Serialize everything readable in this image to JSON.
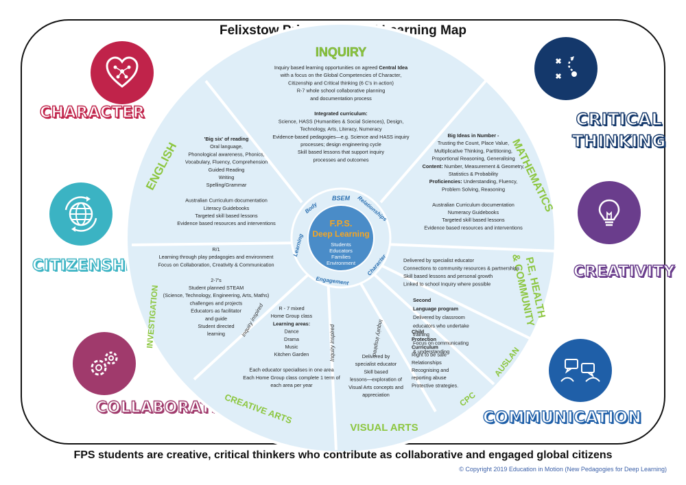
{
  "title": "Felixstow Primary School Learning Map",
  "footer": "FPS students are creative, critical thinkers who contribute as collaborative and engaged global citizens",
  "copyright": "© Copyright 2019 Education in Motion (New Pedagogies for Deep Learning)",
  "competencies": {
    "character": {
      "label": "CHARACTER",
      "color": "#c0234a",
      "icon": "heart-network-icon"
    },
    "citizenship": {
      "label": "CITIZENSHIP",
      "color": "#3bb3c3",
      "icon": "globe-arrows-icon"
    },
    "collaboration": {
      "label": "COLLABORATION",
      "color": "#a03a6c",
      "icon": "gears-icon"
    },
    "critical_thinking": {
      "label_line1": "CRITICAL",
      "label_line2": "THINKING",
      "color": "#14386b",
      "icon": "strategy-play-icon"
    },
    "creativity": {
      "label": "CREATIVITY",
      "color": "#6a3d8c",
      "icon": "lightbulb-icon"
    },
    "communication": {
      "label": "COMMUNICATION",
      "color": "#1f5fa8",
      "icon": "speech-bubbles-icon"
    }
  },
  "wheel": {
    "segment_title_color": "#8cc63f",
    "segments": {
      "inquiry": {
        "title": "INQUIRY",
        "lines": [
          "Inquiry based learning opportunities on agreed Central Idea",
          "with a focus on the Global Competencies of Character,",
          "Citizenship and Critical thinking (6 C's in action)",
          "R-7 whole school collaborative planning",
          "and documentation process",
          "",
          "Integrated curriculum:",
          "Science, HASS (Humanities & Social Sciences), Design,",
          "Technology, Arts, Literacy, Numeracy",
          "Evidence-based pedagogies—e.g. Science and HASS inquiry",
          "processes; design engineering cycle",
          "Skill based lessons that support inquiry",
          "processes and outcomes"
        ]
      },
      "english": {
        "title": "ENGLISH",
        "lines": [
          "'Big six' of reading",
          "Oral language,",
          "Phonological awareness, Phonics,",
          "Vocabulary, Fluency, Comprehension",
          "Guided Reading",
          "Writing",
          "Spelling/Grammar",
          "",
          "Australian Curriculum documentation",
          "Literacy Guidebooks",
          "Targeted skill based lessons",
          "Evidence based resources and interventions"
        ]
      },
      "mathematics": {
        "title": "MATHEMATICS",
        "lines": [
          "Big Ideas in Number -",
          "Trusting the Count, Place Value,",
          "Multiplicative Thinking, Partitioning,",
          "Proportional Reasoning, Generalising",
          "Content: Number, Measurement & Geometry,",
          "Statistics & Probability",
          "Proficiencies: Understanding, Fluency,",
          "Problem Solving, Reasoning",
          "",
          "Australian Curriculum documentation",
          "Numeracy Guidebooks",
          "Targeted skill based lessons",
          "Evidence based resources and interventions"
        ]
      },
      "investigation": {
        "title": "INVESTIGATION",
        "tag": "Inquiry inspired",
        "lines": [
          "R/1",
          "Learning through play pedagogies and environment",
          "Focus on Collaboration, Creativity & Communication",
          "",
          "2-7's",
          "Student planned STEAM",
          "(Science, Technology, Engineering, Arts, Maths)",
          "challenges and projects",
          "Educators as facilitator",
          "and guide",
          "Student directed",
          "learning"
        ]
      },
      "creative_arts": {
        "title": "CREATIVE ARTS",
        "lines": [
          "R - 7 mixed",
          "Home Group class",
          "Learning areas:",
          "Dance",
          "Drama",
          "Music",
          "Kitchen Garden",
          "",
          "Each educator specialises in one area",
          "Each Home Group class complete 1 term of",
          "each area per year"
        ]
      },
      "visual_arts": {
        "title": "VISUAL ARTS",
        "tag": "Inquiry inspired",
        "lines": [
          "Delivered by",
          "specialist educator",
          "Skill based",
          "lessons—exploration of",
          "Visual Arts  concepts and",
          "appreciation"
        ]
      },
      "cpc": {
        "title": "CPC",
        "tag": "Inquiry inspired",
        "lines": [
          "Child",
          "Protection",
          "Curriculum",
          "Right to be safe",
          "Relationships",
          "Recognising and",
          "reporting abuse",
          "Protective strategies."
        ]
      },
      "auslan": {
        "title": "AUSLAN",
        "lines": [
          "Second",
          "Language program",
          "Delivered by classroom",
          "educators who undertake",
          "training",
          "Focus on communicating",
          "& understanding"
        ]
      },
      "pe": {
        "title_line1": "P.E, HEALTH",
        "title_line2": "& COMMUNITY",
        "lines": [
          "Delivered by specialist educator",
          "Connections to community resources & partnerships",
          "Skill based lessons and personal growth",
          "Linked to school Inquiry where possible"
        ]
      }
    },
    "center": {
      "bsem": "BSEM",
      "ring_words": [
        "Relationships",
        "Character",
        "Engagement",
        "Learning",
        "Body"
      ],
      "title": "F.P.S.",
      "subtitle": "Deep Learning",
      "members": [
        "Students",
        "Educators",
        "Families",
        "Environment"
      ]
    }
  }
}
